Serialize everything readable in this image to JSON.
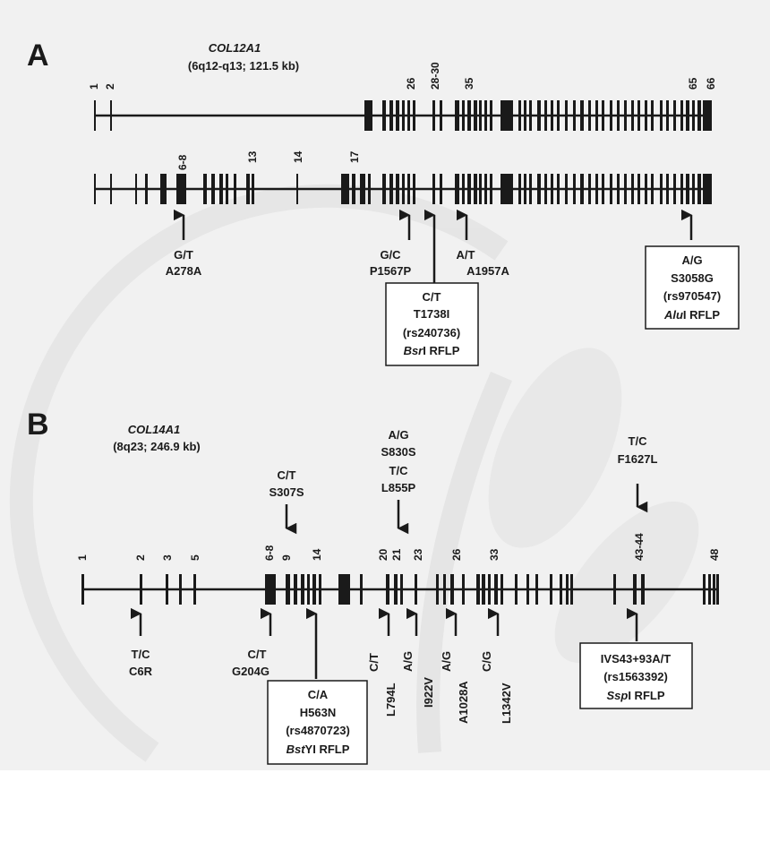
{
  "panel_a": {
    "letter": "A",
    "gene": "COL12A1",
    "locus": "(6q12-q13; 121.5 kb)",
    "exons_top": [
      "1",
      "2",
      "26",
      "28-30",
      "35",
      "65",
      "66"
    ],
    "exons_bottom": [
      "6-8",
      "13",
      "14",
      "17"
    ],
    "variants": {
      "v1": [
        "G/T",
        "A278A"
      ],
      "v2": [
        "G/C",
        "P1567P"
      ],
      "v3": [
        "A/T",
        "A1957A"
      ],
      "box1": {
        "lines": [
          "C/T",
          "T1738I",
          "(rs240736)"
        ],
        "enzyme": "Bsr",
        "suffix": "I RFLP"
      },
      "box2": {
        "lines": [
          "A/G",
          "S3058G",
          "(rs970547)"
        ],
        "enzyme": "Alu",
        "suffix": "I RFLP"
      }
    }
  },
  "panel_b": {
    "letter": "B",
    "gene": "COL14A1",
    "locus": "(8q23; 246.9 kb)",
    "exons": [
      "1",
      "2",
      "3",
      "5",
      "6-8",
      "9",
      "14",
      "20",
      "21",
      "23",
      "26",
      "33",
      "43-44",
      "48"
    ],
    "above_variants": {
      "s307s": [
        "C/T",
        "S307S"
      ],
      "mid": [
        "A/G",
        "S830S",
        "T/C",
        "L855P"
      ],
      "f1627l": [
        "T/C",
        "F1627L"
      ]
    },
    "below_variants": {
      "c6r": [
        "T/C",
        "C6R"
      ],
      "g204g": [
        "C/T",
        "G204G"
      ],
      "rot1": [
        "C/T",
        "L794L"
      ],
      "rot2": [
        "A/G",
        "I922V"
      ],
      "rot3": [
        "A/G",
        "A1028A"
      ],
      "rot4": [
        "C/G",
        "L1342V"
      ]
    },
    "box1": {
      "lines": [
        "C/A",
        "H563N",
        "(rs4870723)"
      ],
      "enzyme": "Bst",
      "suffix": "YI RFLP"
    },
    "box2": {
      "lines": [
        "IVS43+93A/T",
        "(rs1563392)"
      ],
      "enzyme": "Ssp",
      "suffix": "I RFLP"
    }
  }
}
